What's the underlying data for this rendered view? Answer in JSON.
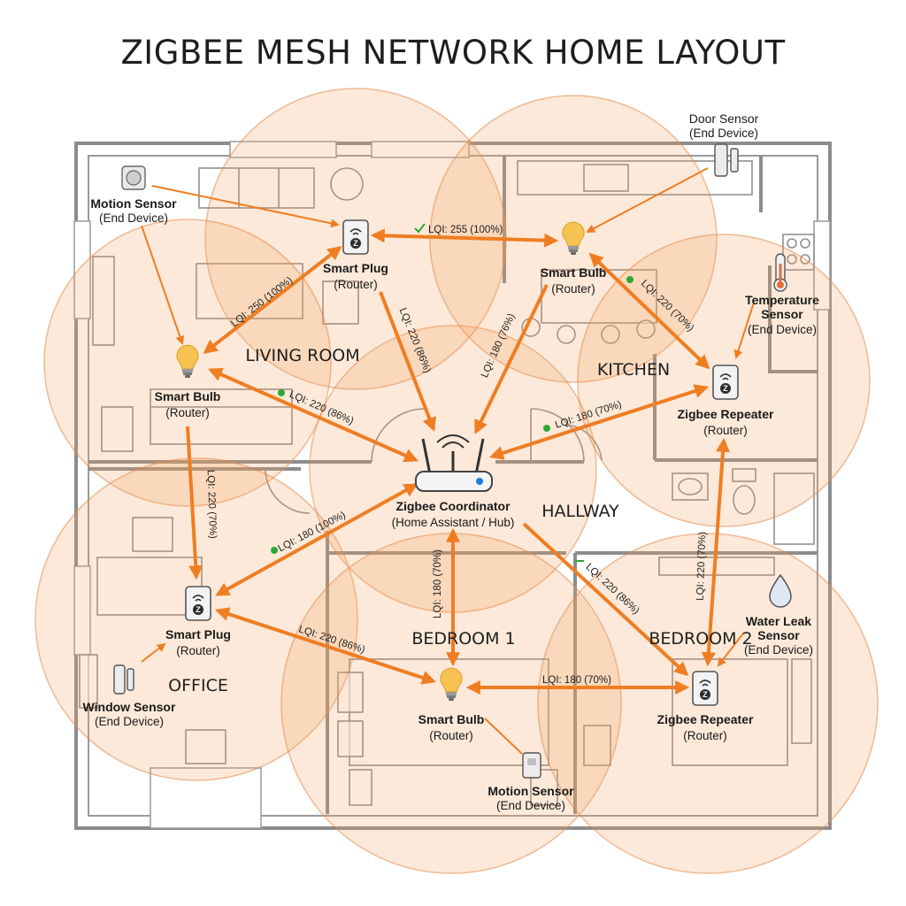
{
  "title": "ZIGBEE MESH NETWORK HOME LAYOUT",
  "rooms": {
    "living_room": "LIVING ROOM",
    "kitchen": "KITCHEN",
    "hallway": "HALLWAY",
    "office": "OFFICE",
    "bedroom1": "BEDROOM 1",
    "bedroom2": "BEDROOM 2"
  },
  "devices": {
    "coordinator": {
      "name": "Zigbee Coordinator",
      "role": "(Home Assistant / Hub)",
      "icon": "router-icon"
    },
    "plug_living": {
      "name": "Smart Plug",
      "role": "(Router)",
      "icon": "smart-plug-icon"
    },
    "bulb_living": {
      "name": "Smart Bulb",
      "role": "(Router)",
      "icon": "bulb-icon"
    },
    "bulb_top": {
      "name": "Smart Bulb",
      "role": "(Router)",
      "icon": "bulb-icon"
    },
    "repeater_kitchen": {
      "name": "Zigbee Repeater",
      "role": "(Router)",
      "icon": "repeater-icon"
    },
    "plug_office": {
      "name": "Smart Plug",
      "role": "(Router)",
      "icon": "smart-plug-icon"
    },
    "bulb_bedroom": {
      "name": "Smart Bulb",
      "role": "(Router)",
      "icon": "bulb-icon"
    },
    "repeater_bedroom2": {
      "name": "Zigbee Repeater",
      "role": "(Router)",
      "icon": "repeater-icon"
    },
    "motion_living": {
      "name": "Motion Sensor",
      "role": "(End Device)",
      "icon": "motion-sensor-icon"
    },
    "door": {
      "name": "Door Sensor",
      "role": "(End Device)",
      "icon": "door-sensor-icon"
    },
    "temperature": {
      "name_line1": "Temperature",
      "name_line2": "Sensor",
      "role": "(End Device)",
      "icon": "thermometer-icon"
    },
    "water_leak": {
      "name_line1": "Water Leak",
      "name_line2": "Sensor",
      "role": "(End Device)",
      "icon": "water-drop-icon"
    },
    "window": {
      "name": "Window Sensor",
      "role": "(End Device)",
      "icon": "window-sensor-icon"
    },
    "motion_bedroom": {
      "name": "Motion Sensor",
      "role": "(End Device)",
      "icon": "motion-sensor-icon"
    }
  },
  "links": {
    "plug_living_bulb_top": "LQI: 255 (100%)",
    "bulb_living_plug_living": "LQI: 250 (100%)",
    "plug_living_coordinator": "LQI: 220 (86%)",
    "bulb_top_coordinator": "LQI: 180 (76%)",
    "bulb_top_repeater_kitchen": "LQI: 220 (70%)",
    "bulb_living_coordinator": "LQI: 220 (86%)",
    "coordinator_repeater_kitchen": "LQI: 180 (70%)",
    "bulb_living_plug_office": "LQI: 220 (70%)",
    "coordinator_plug_office": "LQI: 180 (100%)",
    "coordinator_bulb_bedroom": "LQI: 180 (70%)",
    "coordinator_repeater_bedroom2": "LQI: 220 (86%)",
    "repeater_kitchen_repeater_bedroom2": "LQI: 220 (70%)",
    "plug_office_bulb_bedroom": "LQI: 220 (86%)",
    "bulb_bedroom_repeater_bedroom2": "LQI: 180 (70%)"
  },
  "colors": {
    "link": "#ef7d22",
    "coverage": "#f4a362",
    "status_good": "#2ea836",
    "walls": "#8c8c8c"
  }
}
